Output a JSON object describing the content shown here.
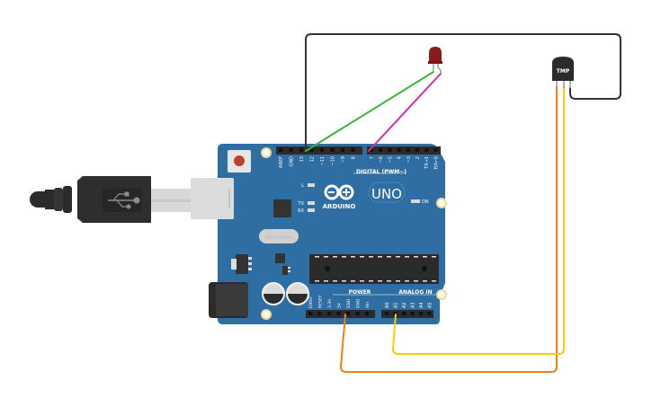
{
  "app": "Circuit simulator canvas",
  "colors": {
    "background": "#ffffff",
    "board": "#2e6ea3",
    "board_dark": "#245a87",
    "header": "#2b2b2b",
    "wire_black": "#333333",
    "wire_green": "#3cb43c",
    "wire_magenta": "#d0309b",
    "wire_orange": "#ec8111",
    "wire_yellow": "#f5cc0c",
    "led": "#8a1b1b",
    "reset": "#c0412a"
  },
  "board": {
    "brand": "ARDUINO",
    "model": "UNO",
    "crystal": "SPK16.000G",
    "leds": {
      "l": "L",
      "tx": "TX",
      "rx": "RX",
      "on": "ON"
    },
    "digital_label": "DIGITAL (PWM~)",
    "digital_pins": [
      "AREF",
      "GND",
      "13",
      "12",
      "~11",
      "~10",
      "~9",
      "8",
      "7",
      "~6",
      "~5",
      "4",
      "~3",
      "2",
      "TX→1",
      "RX←0"
    ],
    "power_label": "POWER",
    "power_pins": [
      "IOREF",
      "RESET",
      "3.3V",
      "5V",
      "GND",
      "GND",
      "Vin"
    ],
    "analog_label": "ANALOG IN",
    "analog_pins": [
      "A0",
      "A1",
      "A2",
      "A3",
      "A4",
      "A5"
    ]
  },
  "components": {
    "led": {
      "name": "LED",
      "color": "red"
    },
    "sensor": {
      "label": "TMP"
    },
    "usb": {
      "icon": "usb-icon"
    }
  },
  "wires": [
    {
      "name": "gnd-wire",
      "from": "GND",
      "to": "TMP GND",
      "color": "black"
    },
    {
      "name": "led-cathode-wire",
      "from": "GND",
      "to": "LED cathode",
      "color": "green"
    },
    {
      "name": "led-anode-wire",
      "from": "7",
      "to": "LED anode",
      "color": "magenta"
    },
    {
      "name": "power-wire",
      "from": "5V",
      "to": "TMP Vs",
      "color": "orange"
    },
    {
      "name": "signal-wire",
      "from": "A1",
      "to": "TMP Vout",
      "color": "yellow"
    }
  ]
}
